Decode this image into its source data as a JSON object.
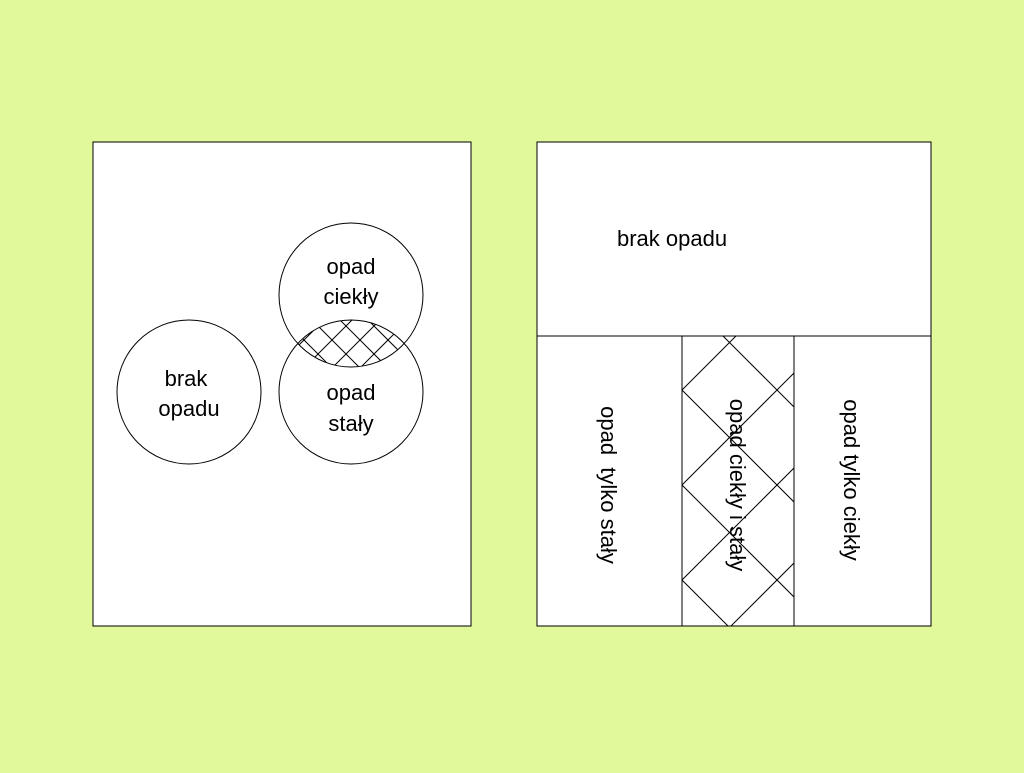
{
  "colors": {
    "background": "#e2f99b",
    "panel": "#ffffff",
    "stroke": "#000000"
  },
  "venn_panel": {
    "no_precip": [
      "brak",
      "opadu"
    ],
    "liquid": [
      "opad",
      "ciekły"
    ],
    "solid": [
      "opad",
      "stały"
    ]
  },
  "partition_panel": {
    "no_precip": "brak opadu",
    "solid_only": "opad  tylko stały",
    "both": "opad ciekły i stały",
    "liquid_only": "opad tylko ciekły"
  }
}
